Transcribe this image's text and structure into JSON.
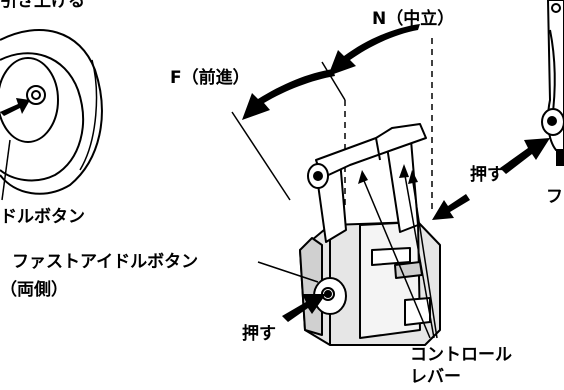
{
  "labels": {
    "top_left": "引き上げる",
    "neutral": "N（中立）",
    "forward": "F（前進）",
    "idle_button_left": "ドルボタン",
    "fast_idle_button_line1": "ファストアイドルボタン",
    "fast_idle_button_line2": "（両側）",
    "push_bottom": "押す",
    "push_right": "押す",
    "control_lever_line1": "コントロール",
    "control_lever_line2": "レバー",
    "right_edge": "フ"
  },
  "icons": [
    "curved-arrow-icon",
    "push-arrow-icon",
    "leader-line"
  ],
  "colors": {
    "ink": "#000000",
    "paper": "#ffffff",
    "shade": "#d8d8d8"
  }
}
